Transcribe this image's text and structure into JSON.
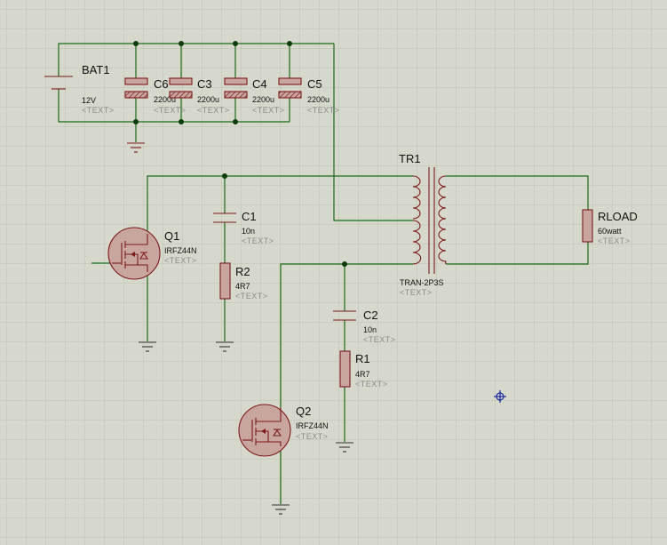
{
  "colors": {
    "background": "#d7d8cc",
    "grid": "#bfc0b3",
    "wire": "#1d6b1d",
    "component_stroke": "#7a1a1a",
    "component_fill": "#c9a5a0",
    "junction": "#0a3d0a",
    "cursor": "#1a2aa0"
  },
  "components": {
    "bat1": {
      "ref": "BAT1",
      "value": "12V",
      "text": "<TEXT>"
    },
    "c6": {
      "ref": "C6",
      "value": "2200u",
      "text": "<TEXT>"
    },
    "c3": {
      "ref": "C3",
      "value": "2200u",
      "text": "<TEXT>"
    },
    "c4": {
      "ref": "C4",
      "value": "2200u",
      "text": "<TEXT>"
    },
    "c5": {
      "ref": "C5",
      "value": "2200u",
      "text": "<TEXT>"
    },
    "tr1": {
      "ref": "TR1",
      "value": "TRAN-2P3S",
      "text": "<TEXT>"
    },
    "rload": {
      "ref": "RLOAD",
      "value": "60watt",
      "text": "<TEXT>"
    },
    "q1": {
      "ref": "Q1",
      "value": "IRFZ44N",
      "text": "<TEXT>"
    },
    "c1": {
      "ref": "C1",
      "value": "10n",
      "text": "<TEXT>"
    },
    "r2": {
      "ref": "R2",
      "value": "4R7",
      "text": "<TEXT>"
    },
    "c2": {
      "ref": "C2",
      "value": "10n",
      "text": "<TEXT>"
    },
    "r1": {
      "ref": "R1",
      "value": "4R7",
      "text": "<TEXT>"
    },
    "q2": {
      "ref": "Q2",
      "value": "IRFZ44N",
      "text": "<TEXT>"
    }
  },
  "icons": {
    "cursor": "crosshair-cursor-icon",
    "ground": "ground-icon"
  }
}
